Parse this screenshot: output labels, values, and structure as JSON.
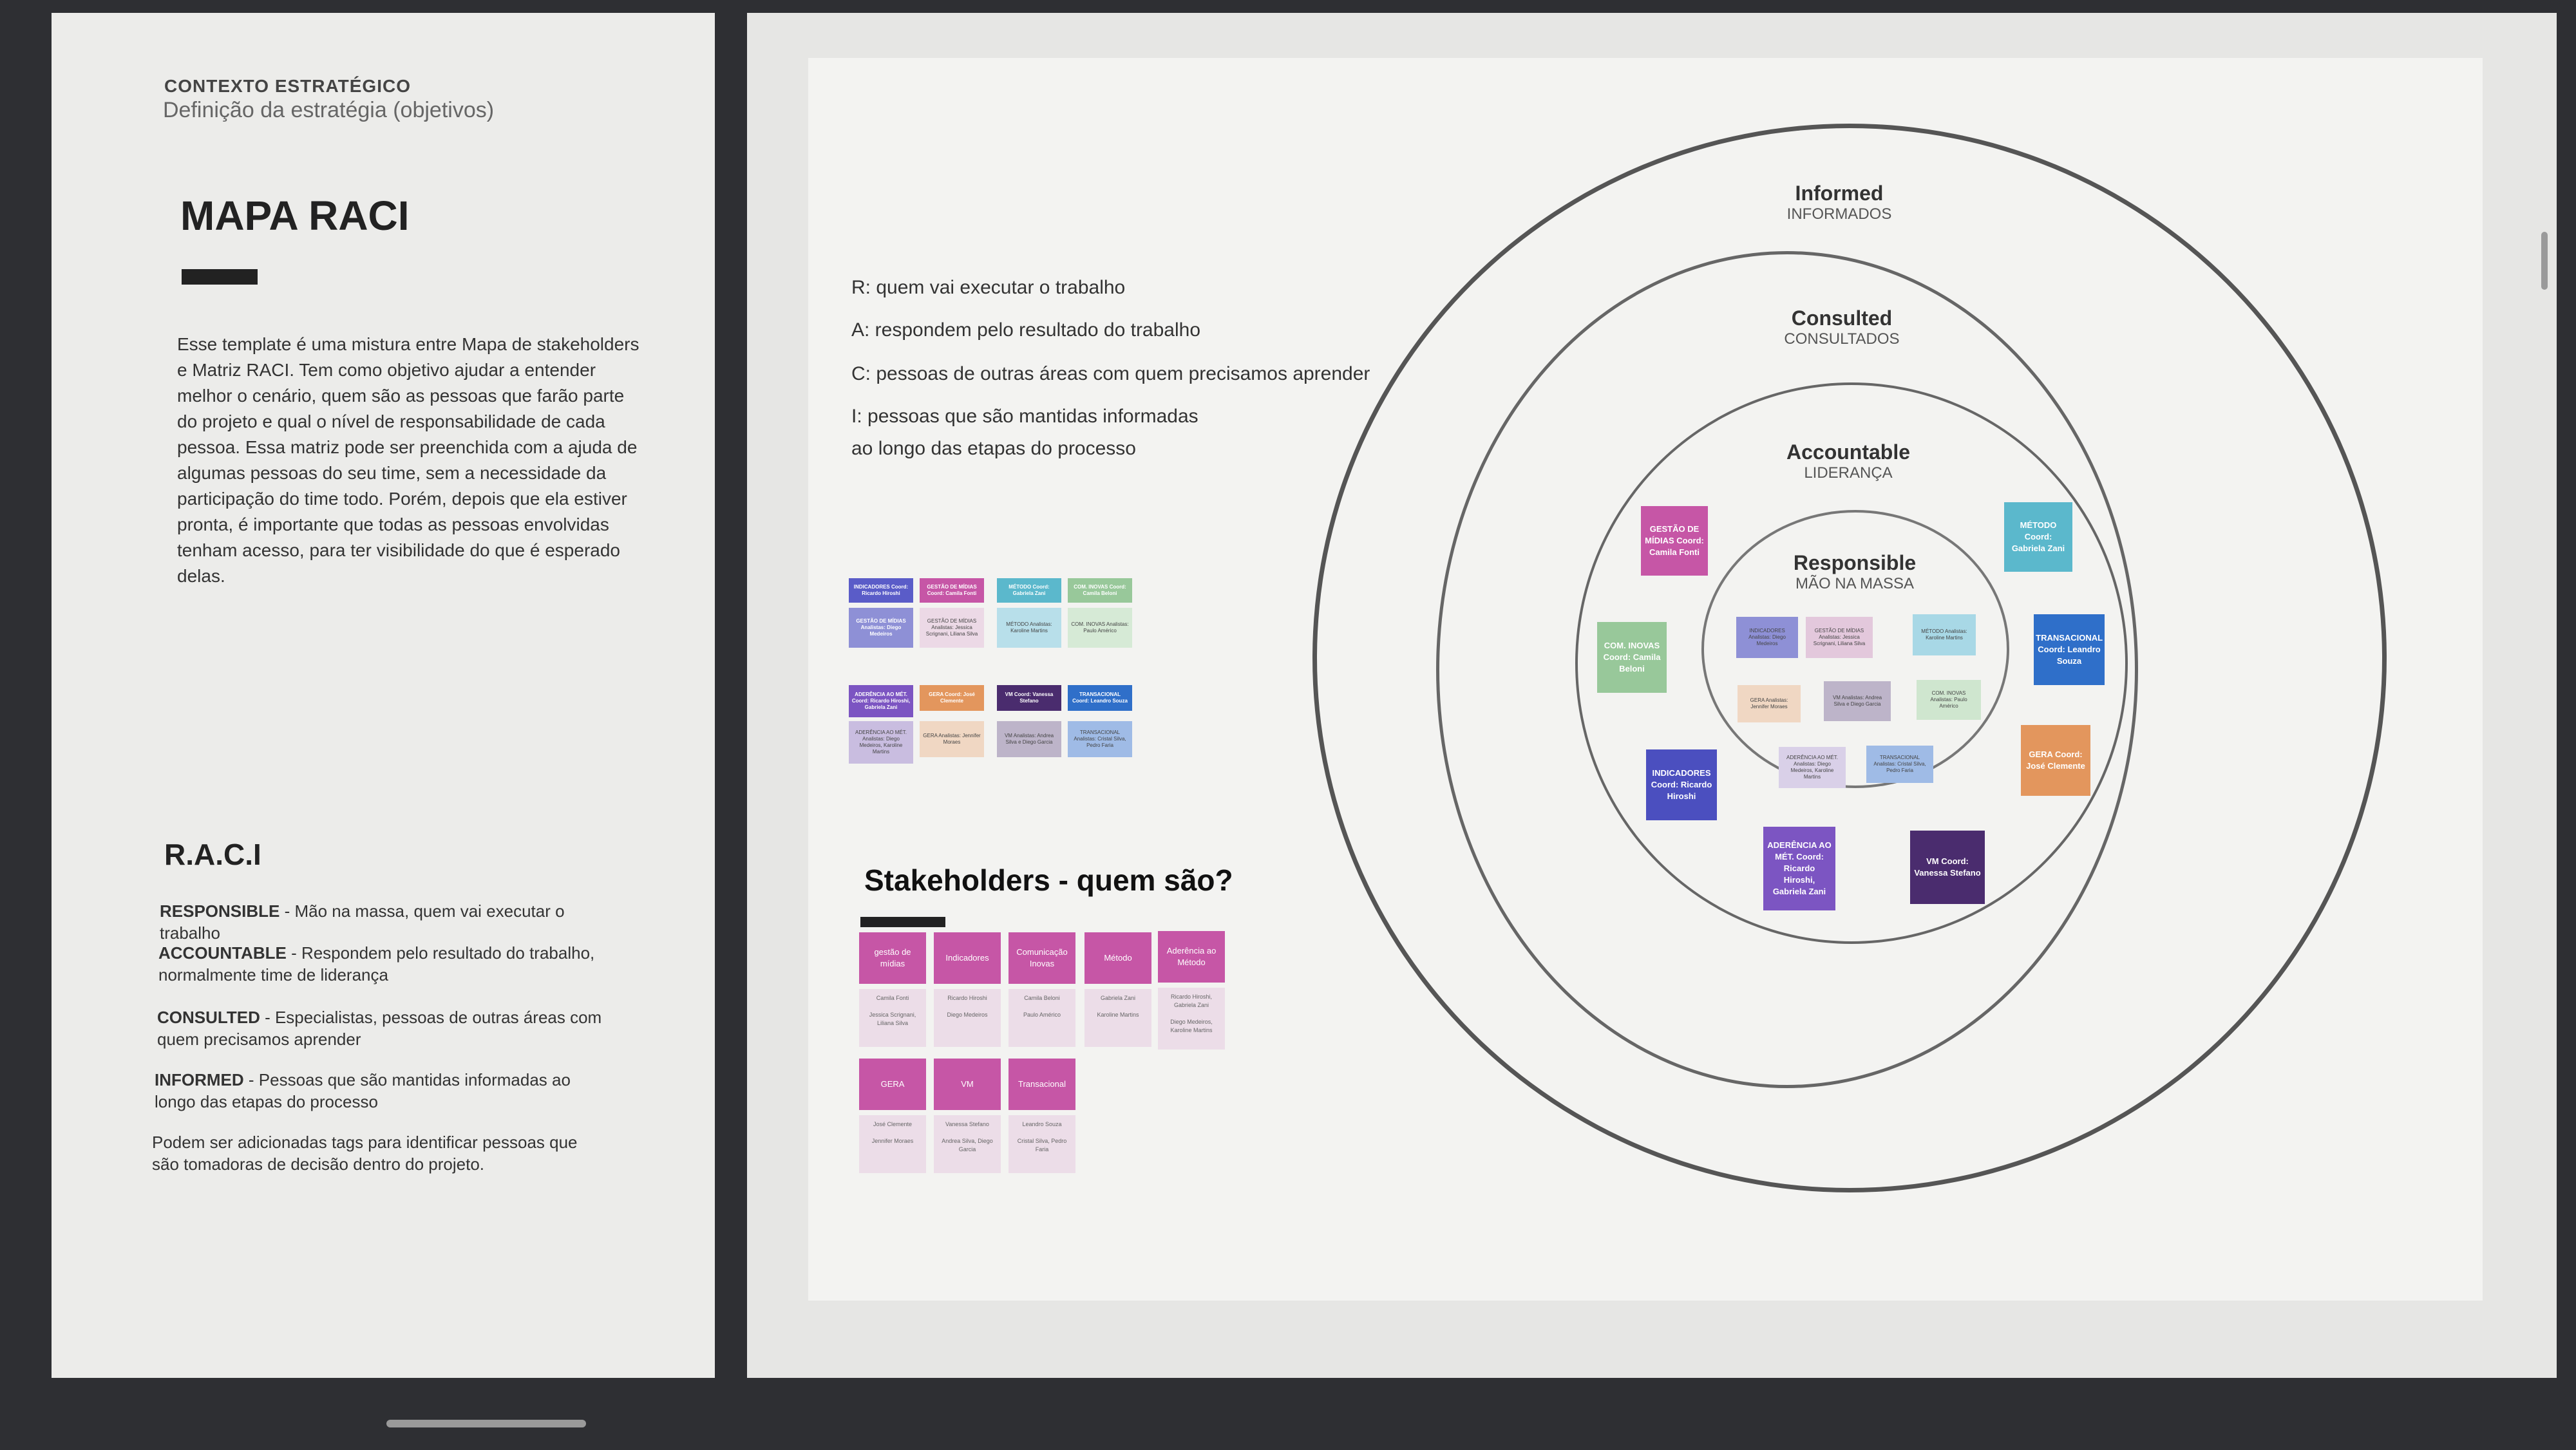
{
  "left": {
    "eyebrow": "CONTEXTO ESTRATÉGICO",
    "subtitle": "Definição da estratégia (objetivos)",
    "title": "MAPA RACI",
    "description": "Esse template é uma mistura entre Mapa de stakeholders e Matriz RACI. Tem como objetivo ajudar a entender melhor o cenário, quem são as pessoas que farão parte do projeto e qual o nível de responsabilidade de cada pessoa. Essa matriz pode ser preenchida com a ajuda de algumas pessoas do seu time, sem a necessidade da participação do time todo. Porém, depois que ela estiver pronta, é importante que todas as pessoas envolvidas tenham acesso, para ter visibilidade do que é esperado delas.",
    "raci_title": "R.A.C.I",
    "raci_items": [
      {
        "term": "RESPONSIBLE",
        "text": " - Mão na massa, quem vai executar o trabalho"
      },
      {
        "term": "ACCOUNTABLE",
        "text": " - Respondem pelo resultado do trabalho, normalmente time de liderança"
      },
      {
        "term": "CONSULTED",
        "text": " - Especialistas, pessoas de outras áreas com quem precisamos aprender"
      },
      {
        "term": "INFORMED",
        "text": " - Pessoas que são mantidas informadas ao longo das etapas do processo"
      }
    ],
    "tags_note": "Podem ser adicionadas tags para identificar pessoas que são tomadoras de decisão dentro do projeto."
  },
  "notes": {
    "r": "R: quem vai executar o trabalho",
    "a": "A: respondem pelo resultado do trabalho",
    "c": "C: pessoas de outras áreas com quem precisamos aprender",
    "i1": "I: pessoas que são mantidas informadas",
    "i2": "ao longo das etapas do processo"
  },
  "rings": {
    "informed": {
      "title": "Informed",
      "sub": "INFORMADOS"
    },
    "consulted": {
      "title": "Consulted",
      "sub": "CONSULTADOS"
    },
    "accountable": {
      "title": "Accountable",
      "sub": "LIDERANÇA"
    },
    "responsible": {
      "title": "Responsible",
      "sub": "MÃO NA MASSA"
    }
  },
  "ring_stickies": [
    {
      "text": "GESTÃO DE MÍDIAS Coord: Camila Fonti",
      "color": "#c656a6"
    },
    {
      "text": "MÉTODO Coord: Gabriela Zani",
      "color": "#5bb8cc"
    },
    {
      "text": "COM. INOVAS Coord: Camila Beloni",
      "color": "#98c89a"
    },
    {
      "text": "TRANSACIONAL Coord: Leandro Souza",
      "color": "#2f6fc9"
    },
    {
      "text": "GERA Coord: José Clemente",
      "color": "#e3965d"
    },
    {
      "text": "INDICADORES Coord: Ricardo Hiroshi",
      "color": "#4b4fbf"
    },
    {
      "text": "ADERÊNCIA AO MÉT. Coord: Ricardo Hiroshi, Gabriela Zani",
      "color": "#7c55c2"
    },
    {
      "text": "VM Coord: Vanessa Stefano",
      "color": "#4a2c6e"
    }
  ],
  "inner_stickies": [
    {
      "text": "INDICADORES Analistas: Diego Medeiros",
      "color": "#8e90d6"
    },
    {
      "text": "GESTÃO DE MÍDIAS Analistas: Jessica Scrignani, Liliana Silva",
      "color": "#e3c8dc"
    },
    {
      "text": "MÉTODO Analistas: Karoline Martins",
      "color": "#a8d8e6"
    },
    {
      "text": "GERA Analistas: Jennifer Moraes",
      "color": "#f0d7c3"
    },
    {
      "text": "VM Analistas: Andrea Silva e Diego Garcia",
      "color": "#bdb4c9"
    },
    {
      "text": "COM. INOVAS Analistas: Paulo Américo",
      "color": "#cfe6cf"
    },
    {
      "text": "ADERÊNCIA AO MÉT. Analistas: Diego Medeiros, Karoline Martins",
      "color": "#d9d0e8"
    },
    {
      "text": "TRANSACIONAL Analistas: Cristal Silva, Pedro Faria",
      "color": "#9fbbe6"
    }
  ],
  "mini_grid": [
    {
      "text": "INDICADORES Coord: Ricardo Hiroshi",
      "color": "#5a5cc8",
      "light": false
    },
    {
      "text": "GESTÃO DE MÍDIAS Coord: Camila Fonti",
      "color": "#c656a6",
      "light": false
    },
    {
      "text": "MÉTODO Coord: Gabriela Zani",
      "color": "#5bb8cc",
      "light": false
    },
    {
      "text": "COM. INOVAS Coord: Camila Beloni",
      "color": "#98c89a",
      "light": false
    },
    {
      "text": "GESTÃO DE MÍDIAS Analistas: Diego Medeiros",
      "color": "#8e90d6",
      "light": false
    },
    {
      "text": "GESTÃO DE MÍDIAS Analistas: Jessica Scrignani, Liliana Silva",
      "color": "#ecd9e6",
      "light": true
    },
    {
      "text": "MÉTODO Analistas: Karoline Martins",
      "color": "#b8dfea",
      "light": true
    },
    {
      "text": "COM. INOVAS Analistas: Paulo Américo",
      "color": "#d6ead6",
      "light": true
    },
    {
      "text": "ADERÊNCIA AO MÉT. Coord: Ricardo Hiroshi, Gabriela Zani",
      "color": "#7c55c2",
      "light": false
    },
    {
      "text": "GERA Coord: José Clemente",
      "color": "#e3965d",
      "light": false
    },
    {
      "text": "VM Coord: Vanessa Stefano",
      "color": "#4a2c6e",
      "light": false
    },
    {
      "text": "TRANSACIONAL Coord: Leandro Souza",
      "color": "#2f6fc9",
      "light": false
    },
    {
      "text": "ADERÊNCIA AO MÉT. Analistas: Diego Medeiros, Karoline Martins",
      "color": "#c9bde0",
      "light": true
    },
    {
      "text": "GERA Analistas: Jennifer Moraes",
      "color": "#f0d7c3",
      "light": true
    },
    {
      "text": "VM Analistas: Andrea Silva e Diego Garcia",
      "color": "#bdb4c9",
      "light": true
    },
    {
      "text": "TRANSACIONAL Analistas: Cristal Silva, Pedro Faria",
      "color": "#9fbbe6",
      "light": true
    }
  ],
  "stakeholders": {
    "title": "Stakeholders - quem são?",
    "columns": [
      {
        "header": "gestão de mídias",
        "people": [
          "Camila Fonti",
          "Jessica Scrignani, Liliana Silva"
        ]
      },
      {
        "header": "Indicadores",
        "people": [
          "Ricardo Hiroshi",
          "Diego Medeiros"
        ]
      },
      {
        "header": "Comunicação Inovas",
        "people": [
          "Camila Beloni",
          "Paulo Américo"
        ]
      },
      {
        "header": "Método",
        "people": [
          "Gabriela Zani",
          "Karoline Martins"
        ]
      },
      {
        "header": "Aderência ao Método",
        "people": [
          "Ricardo Hiroshi, Gabriela Zani",
          "Diego Medeiros, Karoline Martins"
        ]
      },
      {
        "header": "GERA",
        "people": [
          "José Clemente",
          "Jennifer Moraes"
        ]
      },
      {
        "header": "VM",
        "people": [
          "Vanessa Stefano",
          "Andrea Silva, Diego Garcia"
        ]
      },
      {
        "header": "Transacional",
        "people": [
          "Leandro Souza",
          "Cristal Silva, Pedro Faria"
        ]
      }
    ]
  }
}
